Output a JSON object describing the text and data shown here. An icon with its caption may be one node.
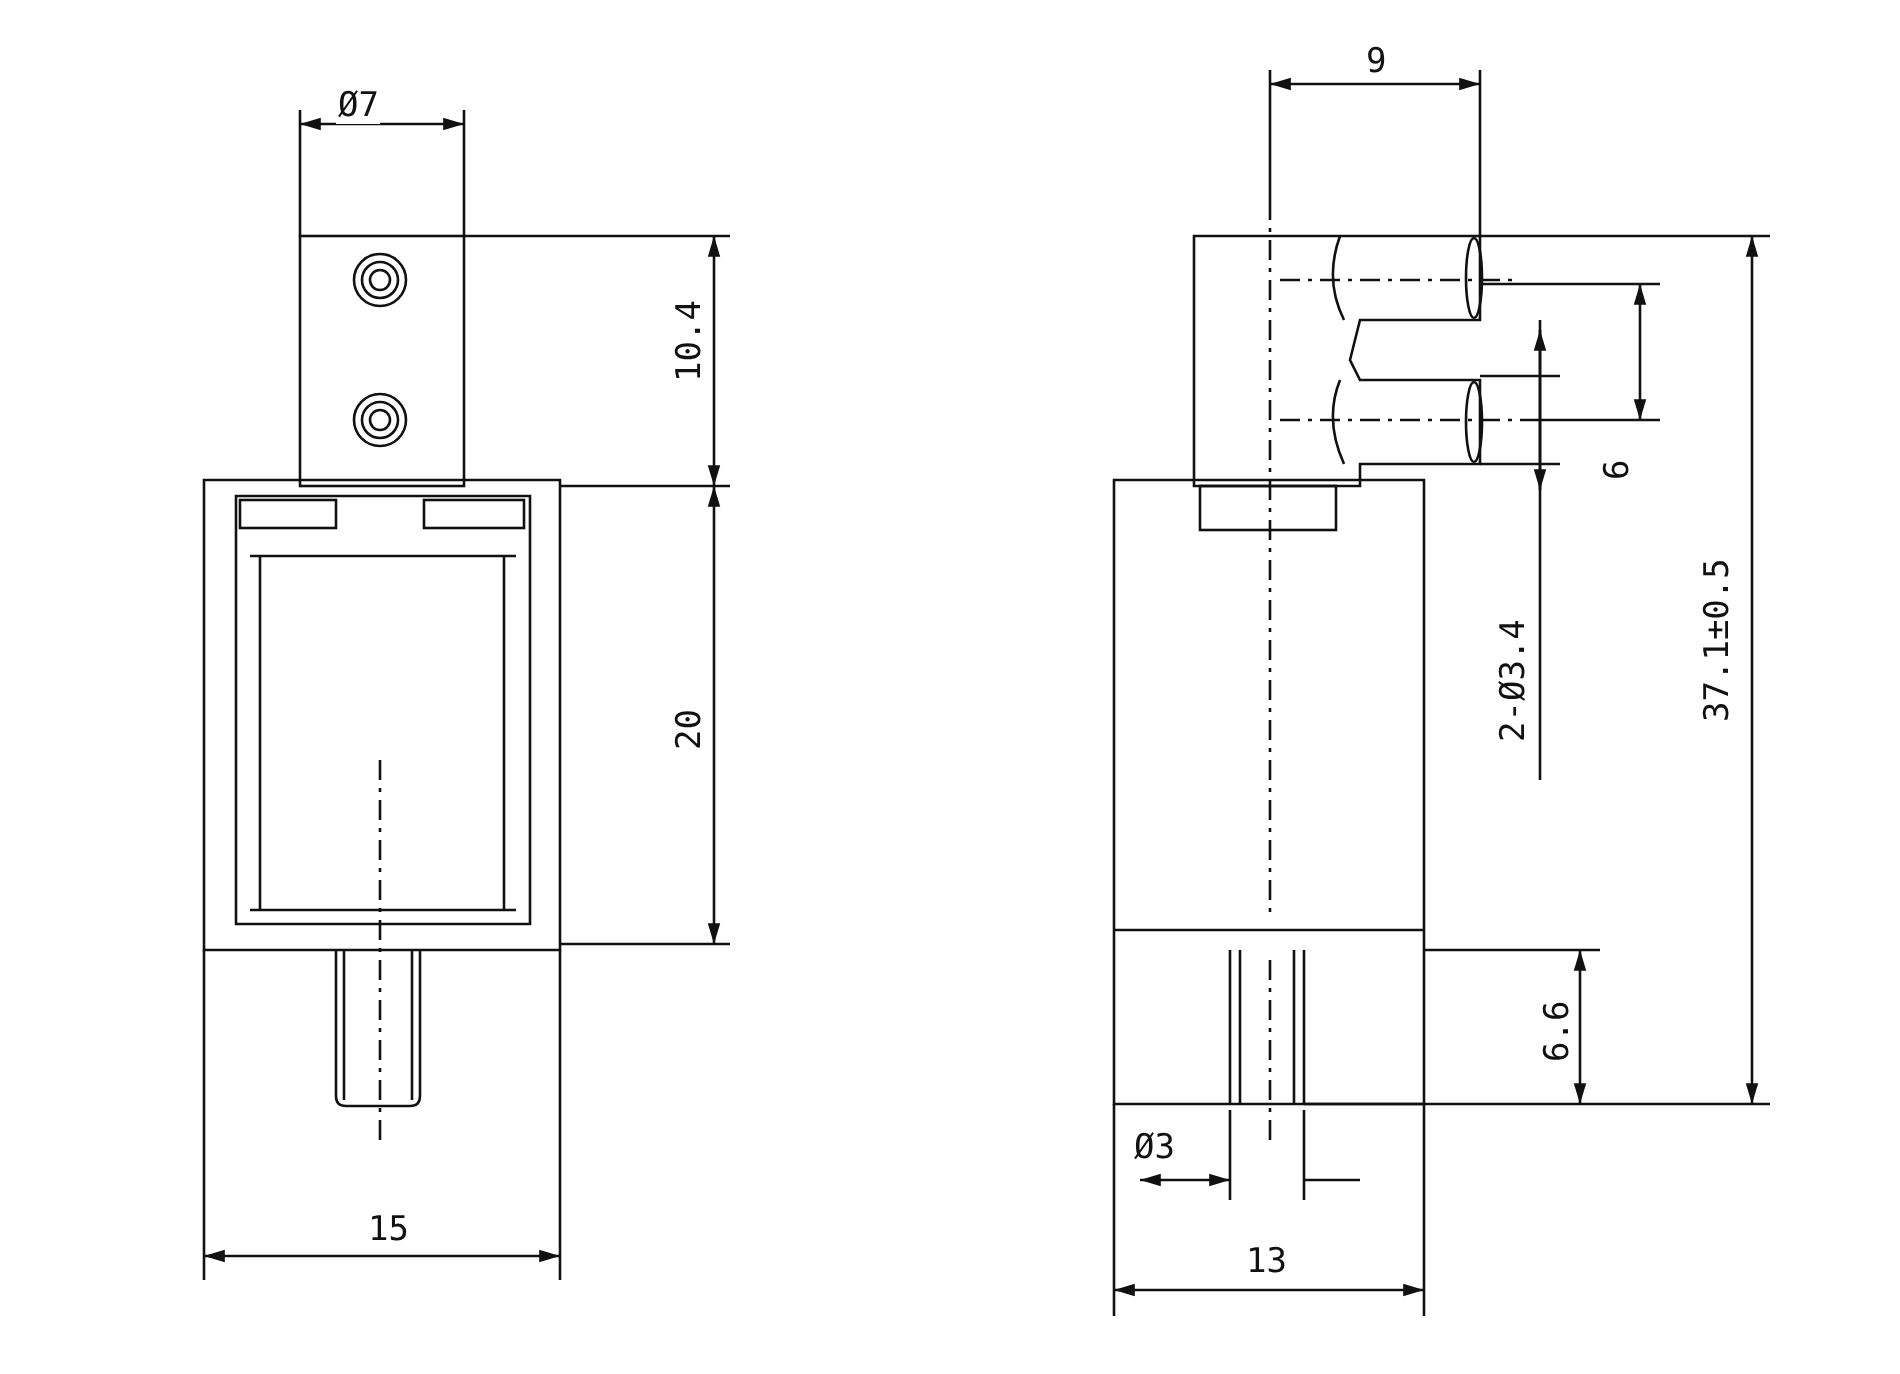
{
  "diagram": {
    "labels": [
      "Ø7",
      "9",
      "10.4",
      "6",
      "20",
      "2-Ø3.4",
      "37.1±0.5",
      "6.6",
      "Ø3",
      "15",
      "13"
    ]
  }
}
